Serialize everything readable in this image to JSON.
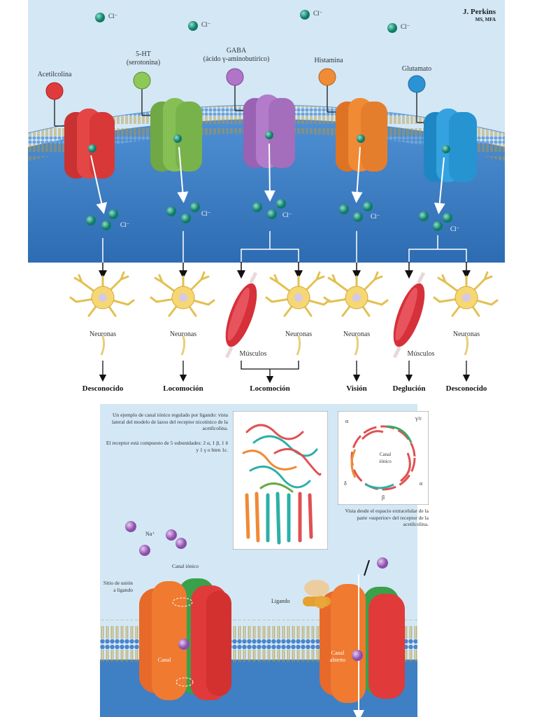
{
  "signature": {
    "name": "J. Perkins",
    "degree": "MS, MFA"
  },
  "ion_labels": {
    "chloride": "Cl⁻",
    "sodium": "Na⁺"
  },
  "colors": {
    "top_background": "#cfe4f3",
    "cell_interior": "#3f7fc4",
    "acetilcolina": "#e03b3b",
    "serotonina": "#76b54a",
    "gaba": "#a86ec0",
    "histamina": "#ee8a33",
    "glutamato": "#2b93d4",
    "chloride_ion": "#16907a"
  },
  "receptors": [
    {
      "ligand": "Acetilcolina",
      "ligand_sub": ""
    },
    {
      "ligand": "5-HT",
      "ligand_sub": "(serotonina)"
    },
    {
      "ligand": "GABA",
      "ligand_sub": "(ácido γ-aminobutírico)"
    },
    {
      "ligand": "Histamina",
      "ligand_sub": ""
    },
    {
      "ligand": "Glutamato",
      "ligand_sub": ""
    }
  ],
  "targets": {
    "neuronas": "Neuronas",
    "musculos": "Músculos"
  },
  "results": [
    "Desconocido",
    "Locomoción",
    "Locomoción",
    "Visión",
    "Deglución",
    "Desconocido"
  ],
  "bottom": {
    "caption_side": "Un ejemplo de canal iónico regulado por ligando: vista lateral del modelo de lazos del receptor nicotínico de la acetilcolina.",
    "caption_subunits": "El receptor está compuesto de 5 subunidades: 2 α, 1 β, 1 δ y 1 γ o bien 1ε.",
    "caption_top_view": "Vista desde el espacio extracelular de la parte «superior» del receptor de la acetilcolina.",
    "ring_labels": {
      "alpha": "α",
      "gamma_epsilon": "γ/ε",
      "delta": "δ",
      "beta": "β",
      "center": "Canal iónico"
    },
    "labels": {
      "sitio": "Sitio de unión a ligando",
      "canal_ionico": "Canal iónico",
      "canal_closed": "Canal",
      "ligando": "Ligando",
      "canal_abierto": "Canal abierto"
    }
  }
}
